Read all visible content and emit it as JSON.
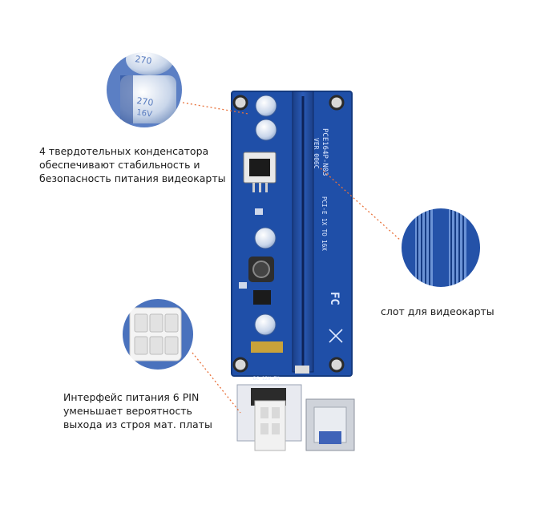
{
  "callouts": {
    "capacitors": {
      "lines": [
        "4 твердотельных конденсатора",
        "обеспечивают стабильность и",
        "безопасность питания видеокарты"
      ]
    },
    "slot": {
      "lines": [
        "слот для видеокарты"
      ]
    },
    "power": {
      "lines": [
        "Интерфейс питания 6 PIN",
        "уменьшает вероятность",
        "выхода из строя мат. платы"
      ]
    }
  },
  "board": {
    "model": "PCE164P-N03",
    "version": "VER 006C",
    "slot_text": "PCI-E 1X TO 16X",
    "power_text": "DC 12V IN",
    "cert": "FC",
    "cap_marking": [
      "270",
      "16V"
    ]
  },
  "colors": {
    "board": "#1f4fa8",
    "board_dark": "#173f8c",
    "slot": "#173d86",
    "callout_line": "#e8713a"
  }
}
